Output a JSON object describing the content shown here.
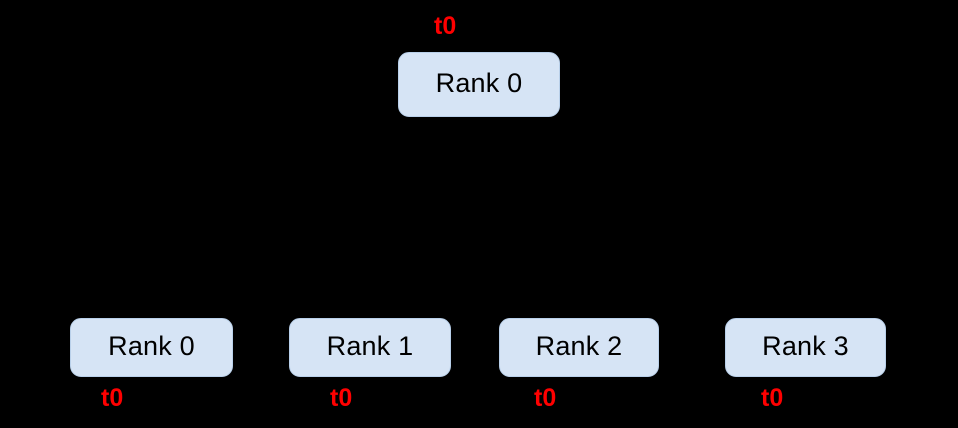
{
  "diagram": {
    "background_color": "#000000",
    "node_fill_color": "#d6e4f5",
    "node_border_color": "#b9d0ea",
    "node_text_color": "#000000",
    "tag_color": "#ff0000",
    "edge_color": "#000000",
    "root": {
      "label": "Rank 0",
      "tag": "t0"
    },
    "leaves": [
      {
        "label": "Rank 0",
        "tag": "t0"
      },
      {
        "label": "Rank 1",
        "tag": "t0"
      },
      {
        "label": "Rank 2",
        "tag": "t0"
      },
      {
        "label": "Rank 3",
        "tag": "t0"
      }
    ]
  }
}
